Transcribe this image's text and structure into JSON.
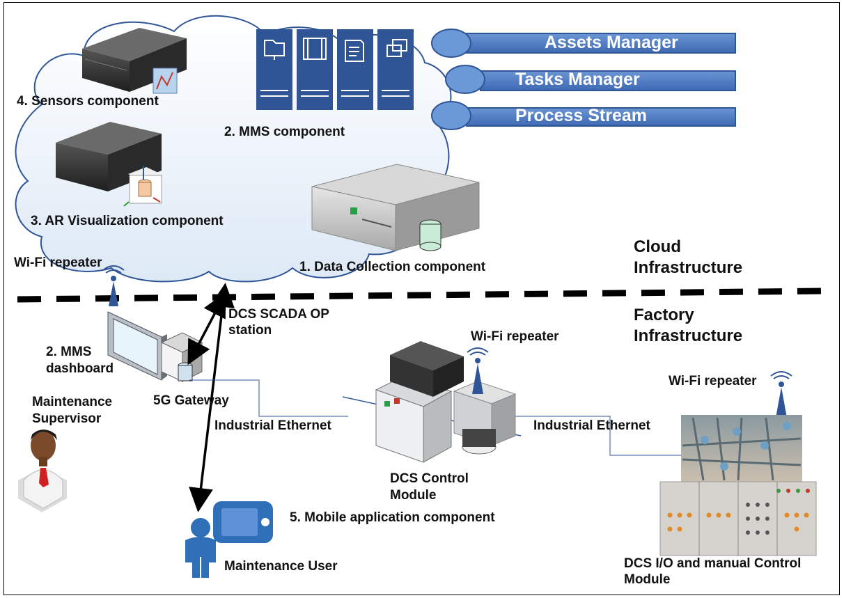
{
  "cloud": {
    "layer_label": "Cloud Infrastructure",
    "layer_label_line1": "Cloud",
    "layer_label_line2": "Infrastructure",
    "components": {
      "sensors": "4. Sensors component",
      "mms": "2. MMS component",
      "ar": "3. AR Visualization component",
      "data_collection": "1. Data Collection component"
    },
    "services": [
      "Assets Manager",
      "Tasks Manager",
      "Process Stream"
    ]
  },
  "factory": {
    "layer_label_line1": "Factory",
    "layer_label_line2": "Infrastructure",
    "wifi_repeater": "Wi-Fi repeater",
    "dcs_scada_line1": "DCS SCADA OP",
    "dcs_scada_line2": "station",
    "mms_dashboard_line1": "2. MMS",
    "mms_dashboard_line2": "dashboard",
    "gateway": "5G Gateway",
    "supervisor_line1": "Maintenance",
    "supervisor_line2": "Supervisor",
    "industrial_ethernet": "Industrial Ethernet",
    "dcs_control_line1": "DCS Control",
    "dcs_control_line2": "Module",
    "mobile_app": "5. Mobile application component",
    "maintenance_user": "Maintenance User",
    "dcs_io_line1": "DCS I/O and manual Control",
    "dcs_io_line2": "Module"
  },
  "colors": {
    "accent_blue": "#4472C4",
    "dark_blue": "#2F5597",
    "cloud_fill": "#EDF4FB",
    "cloud_stroke": "#2F5597"
  }
}
